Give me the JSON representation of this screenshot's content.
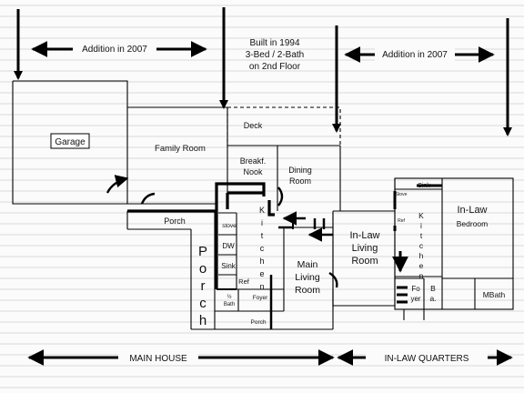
{
  "header": {
    "addition_left": "Addition in 2007",
    "built_line1": "Built in 1994",
    "built_line2": "3-Bed / 2-Bath",
    "built_line3": "on 2nd Floor",
    "addition_right": "Addition in 2007"
  },
  "rooms": {
    "garage": "Garage",
    "family_room": "Family Room",
    "deck": "Deck",
    "breakfast_nook_1": "Breakf.",
    "breakfast_nook_2": "Nook",
    "dining_room_1": "Dining",
    "dining_room_2": "Room",
    "porch_upper": "Porch",
    "kitchen": "Kitchen",
    "stove": "stove",
    "dw": "DW",
    "sink": "Sink",
    "ref": "Ref",
    "half_bath_1": "½",
    "half_bath_2": "Bath",
    "foyer": "Foyer",
    "porch_lower": "Porch",
    "porch_vertical": "Porch",
    "main_living_1": "Main",
    "main_living_2": "Living",
    "main_living_3": "Room",
    "inlaw_living_1": "In-Law",
    "inlaw_living_2": "Living",
    "inlaw_living_3": "Room",
    "inlaw_kitchen": "Kitchen",
    "inlaw_stove": "Stove",
    "inlaw_sink": "Sink",
    "inlaw_ref": "Ref",
    "inlaw_bedroom_1": "In-Law",
    "inlaw_bedroom_2": "Bedroom",
    "inlaw_foyer_1": "Fo",
    "inlaw_foyer_2": "yer",
    "inlaw_bath_1": "B",
    "inlaw_bath_2": "a.",
    "master_bath": "MBath"
  },
  "footer": {
    "main_house": "MAIN HOUSE",
    "inlaw_quarters": "IN-LAW QUARTERS"
  }
}
